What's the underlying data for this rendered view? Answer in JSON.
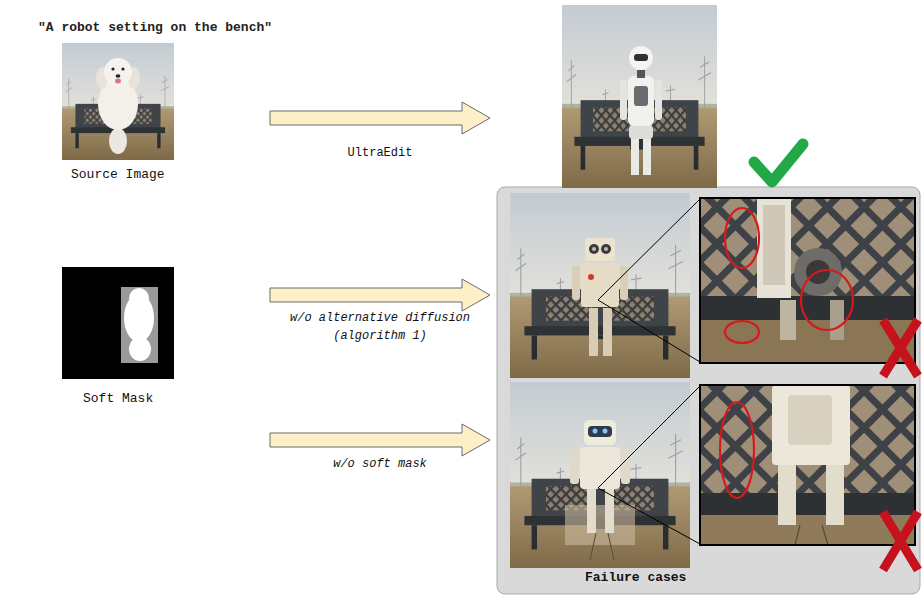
{
  "diagram": {
    "title": "\"A robot setting on the bench\"",
    "nodes": [
      {
        "text": [
          "Source Image"
        ]
      },
      {
        "text": [
          "Soft Mask"
        ]
      },
      {
        "text": [
          "Failure cases"
        ]
      }
    ],
    "labels": [
      "UltraEdit",
      "w/o alternative diffusion (algorithm 1)",
      "w/o soft mask"
    ]
  }
}
